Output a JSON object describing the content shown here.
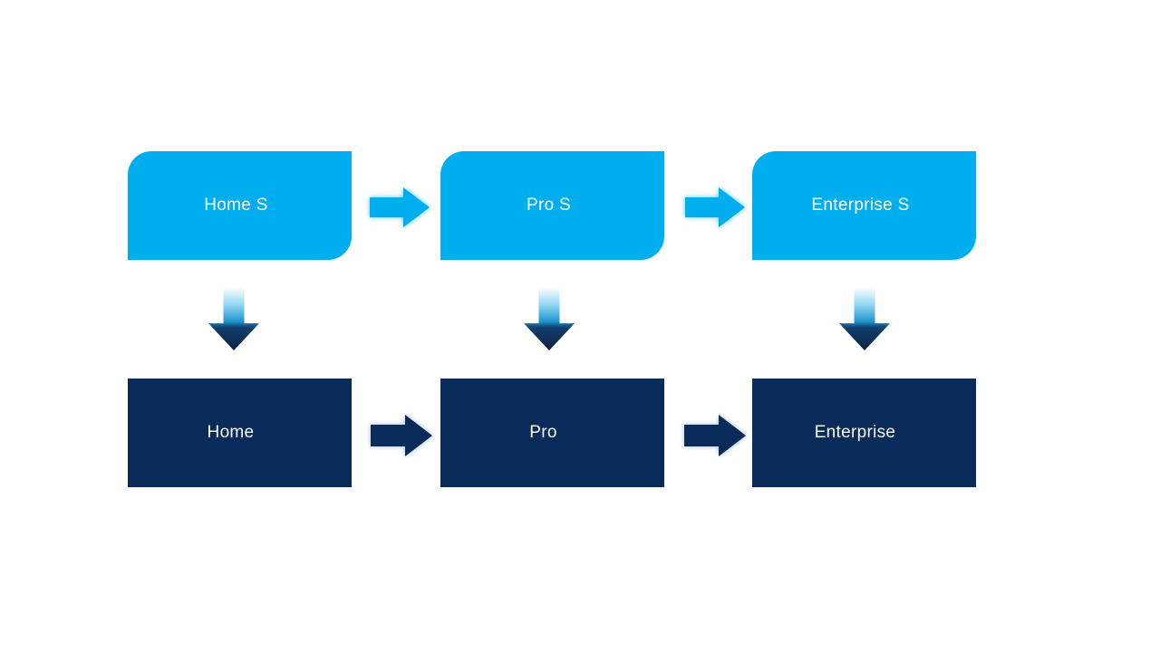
{
  "diagram": {
    "type": "flow",
    "colors": {
      "light-blue": "#00AEEF",
      "dark-navy": "#082B59",
      "label-text": "#FFFFFF",
      "down-grad-0": "#FBFEFF",
      "down-grad-1": "#8ED4F2",
      "down-grad-2": "#1E93CE",
      "down-grad-3": "#11406F",
      "down-grad-4": "#0A2040",
      "light-glow": "rgba(0,174,239,0.7)",
      "dark-glow": "rgba(150,170,200,0.85)"
    },
    "columns": [
      {
        "top_label": "Home S",
        "bottom_label": "Home"
      },
      {
        "top_label": "Pro S",
        "bottom_label": "Pro"
      },
      {
        "top_label": "Enterprise S",
        "bottom_label": "Enterprise"
      }
    ]
  }
}
